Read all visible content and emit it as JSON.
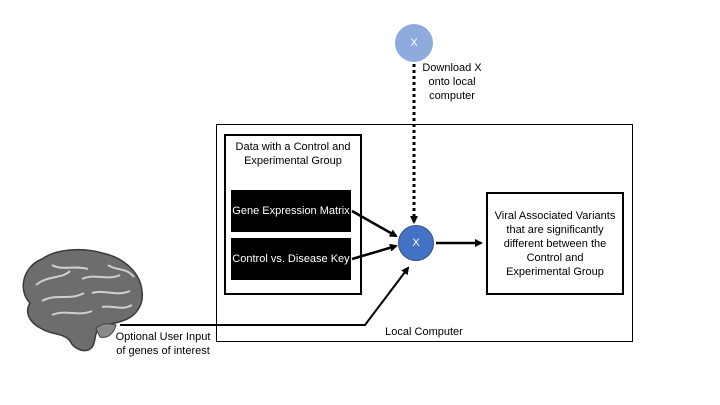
{
  "nodes": {
    "top_x": "X",
    "main_x": "X"
  },
  "labels": {
    "download": "Download X onto local computer",
    "local_computer": "Local Computer",
    "optional_input": "Optional User Input of genes of interest"
  },
  "data_box": {
    "title": "Data with a Control and Experimental Group",
    "gene_matrix": "Gene Expression Matrix",
    "control_key": "Control vs. Disease Key"
  },
  "result": "Viral Associated Variants that are significantly different between the Control and Experimental Group",
  "colors": {
    "main_node": "#4472c4",
    "top_node": "#8faadc"
  },
  "icons": {
    "brain": "brain-icon"
  }
}
